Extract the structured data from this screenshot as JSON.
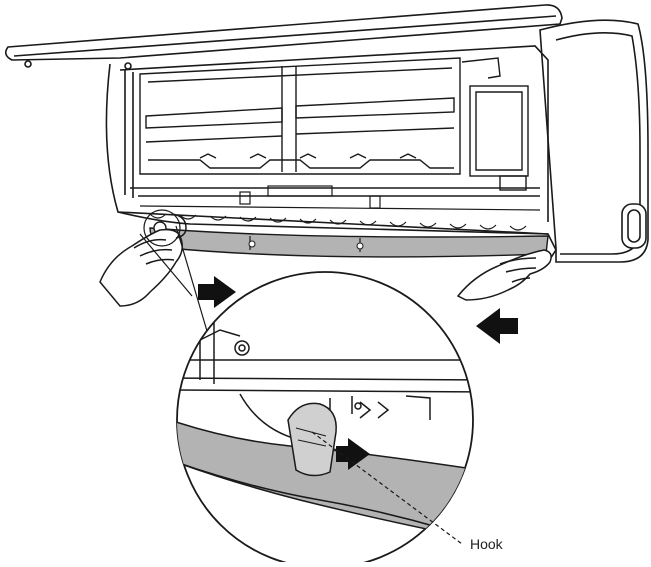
{
  "diagram": {
    "callout_label": "Hook",
    "colors": {
      "line": "#1a1a1a",
      "panel_shade": "#b3b3b3",
      "arrow": "#111111",
      "background": "#ffffff"
    },
    "icons": [
      "left-hand",
      "right-hand",
      "push-right-arrow",
      "push-left-arrow",
      "detail-magnifier-circle"
    ]
  }
}
